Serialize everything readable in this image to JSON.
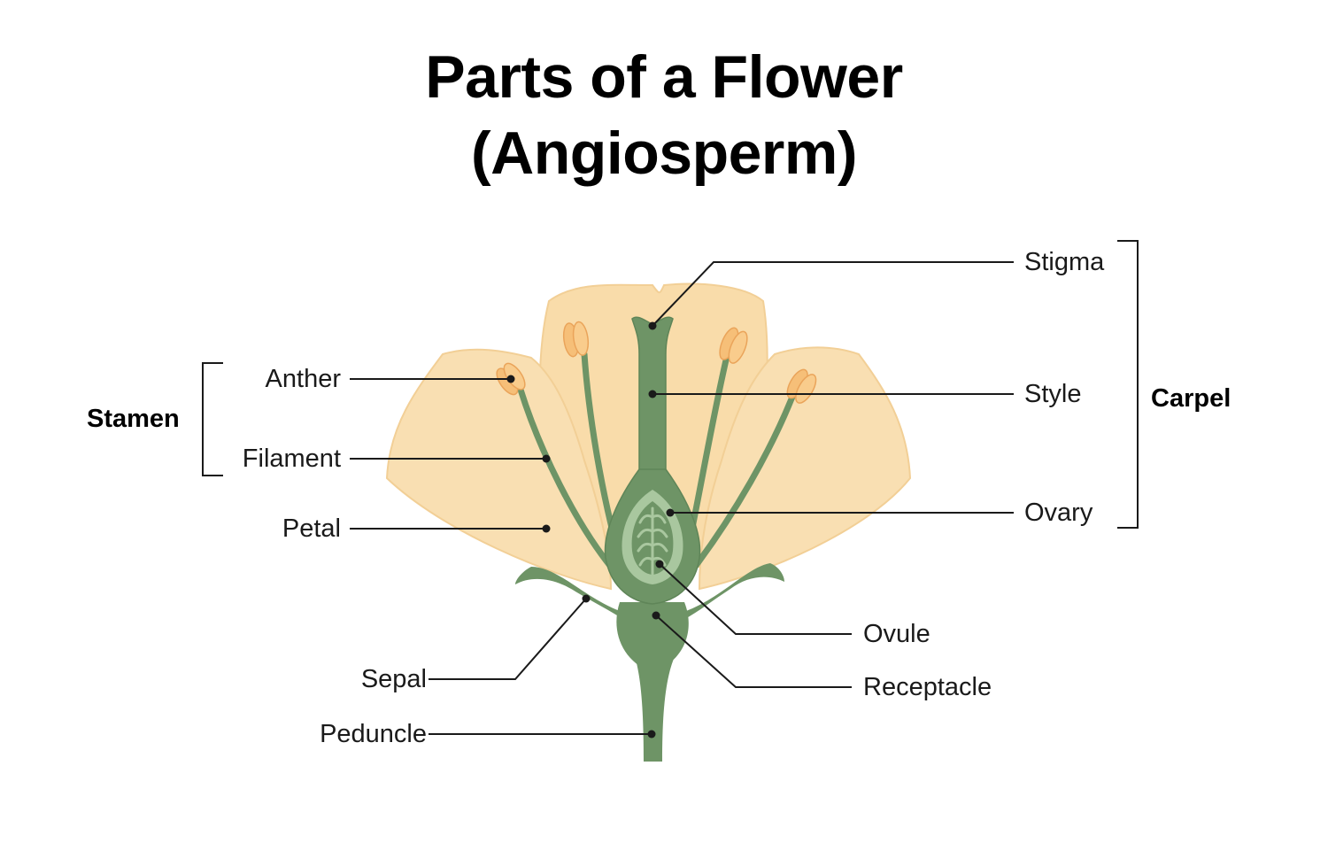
{
  "title": {
    "line1": "Parts of a Flower",
    "line2": "(Angiosperm)"
  },
  "labels": {
    "stigma": "Stigma",
    "style": "Style",
    "ovary": "Ovary",
    "ovule": "Ovule",
    "receptacle": "Receptacle",
    "anther": "Anther",
    "filament": "Filament",
    "petal": "Petal",
    "sepal": "Sepal",
    "peduncle": "Peduncle"
  },
  "groups": {
    "stamen": "Stamen",
    "carpel": "Carpel"
  },
  "colors": {
    "petal": "#f9dfb2",
    "petal_edge": "#f2cf96",
    "stem": "#6e9466",
    "stem_dark": "#567a50",
    "ovary_inner": "#a9c79f",
    "anther": "#f6bf78",
    "leader_line": "#1a1a1a"
  }
}
